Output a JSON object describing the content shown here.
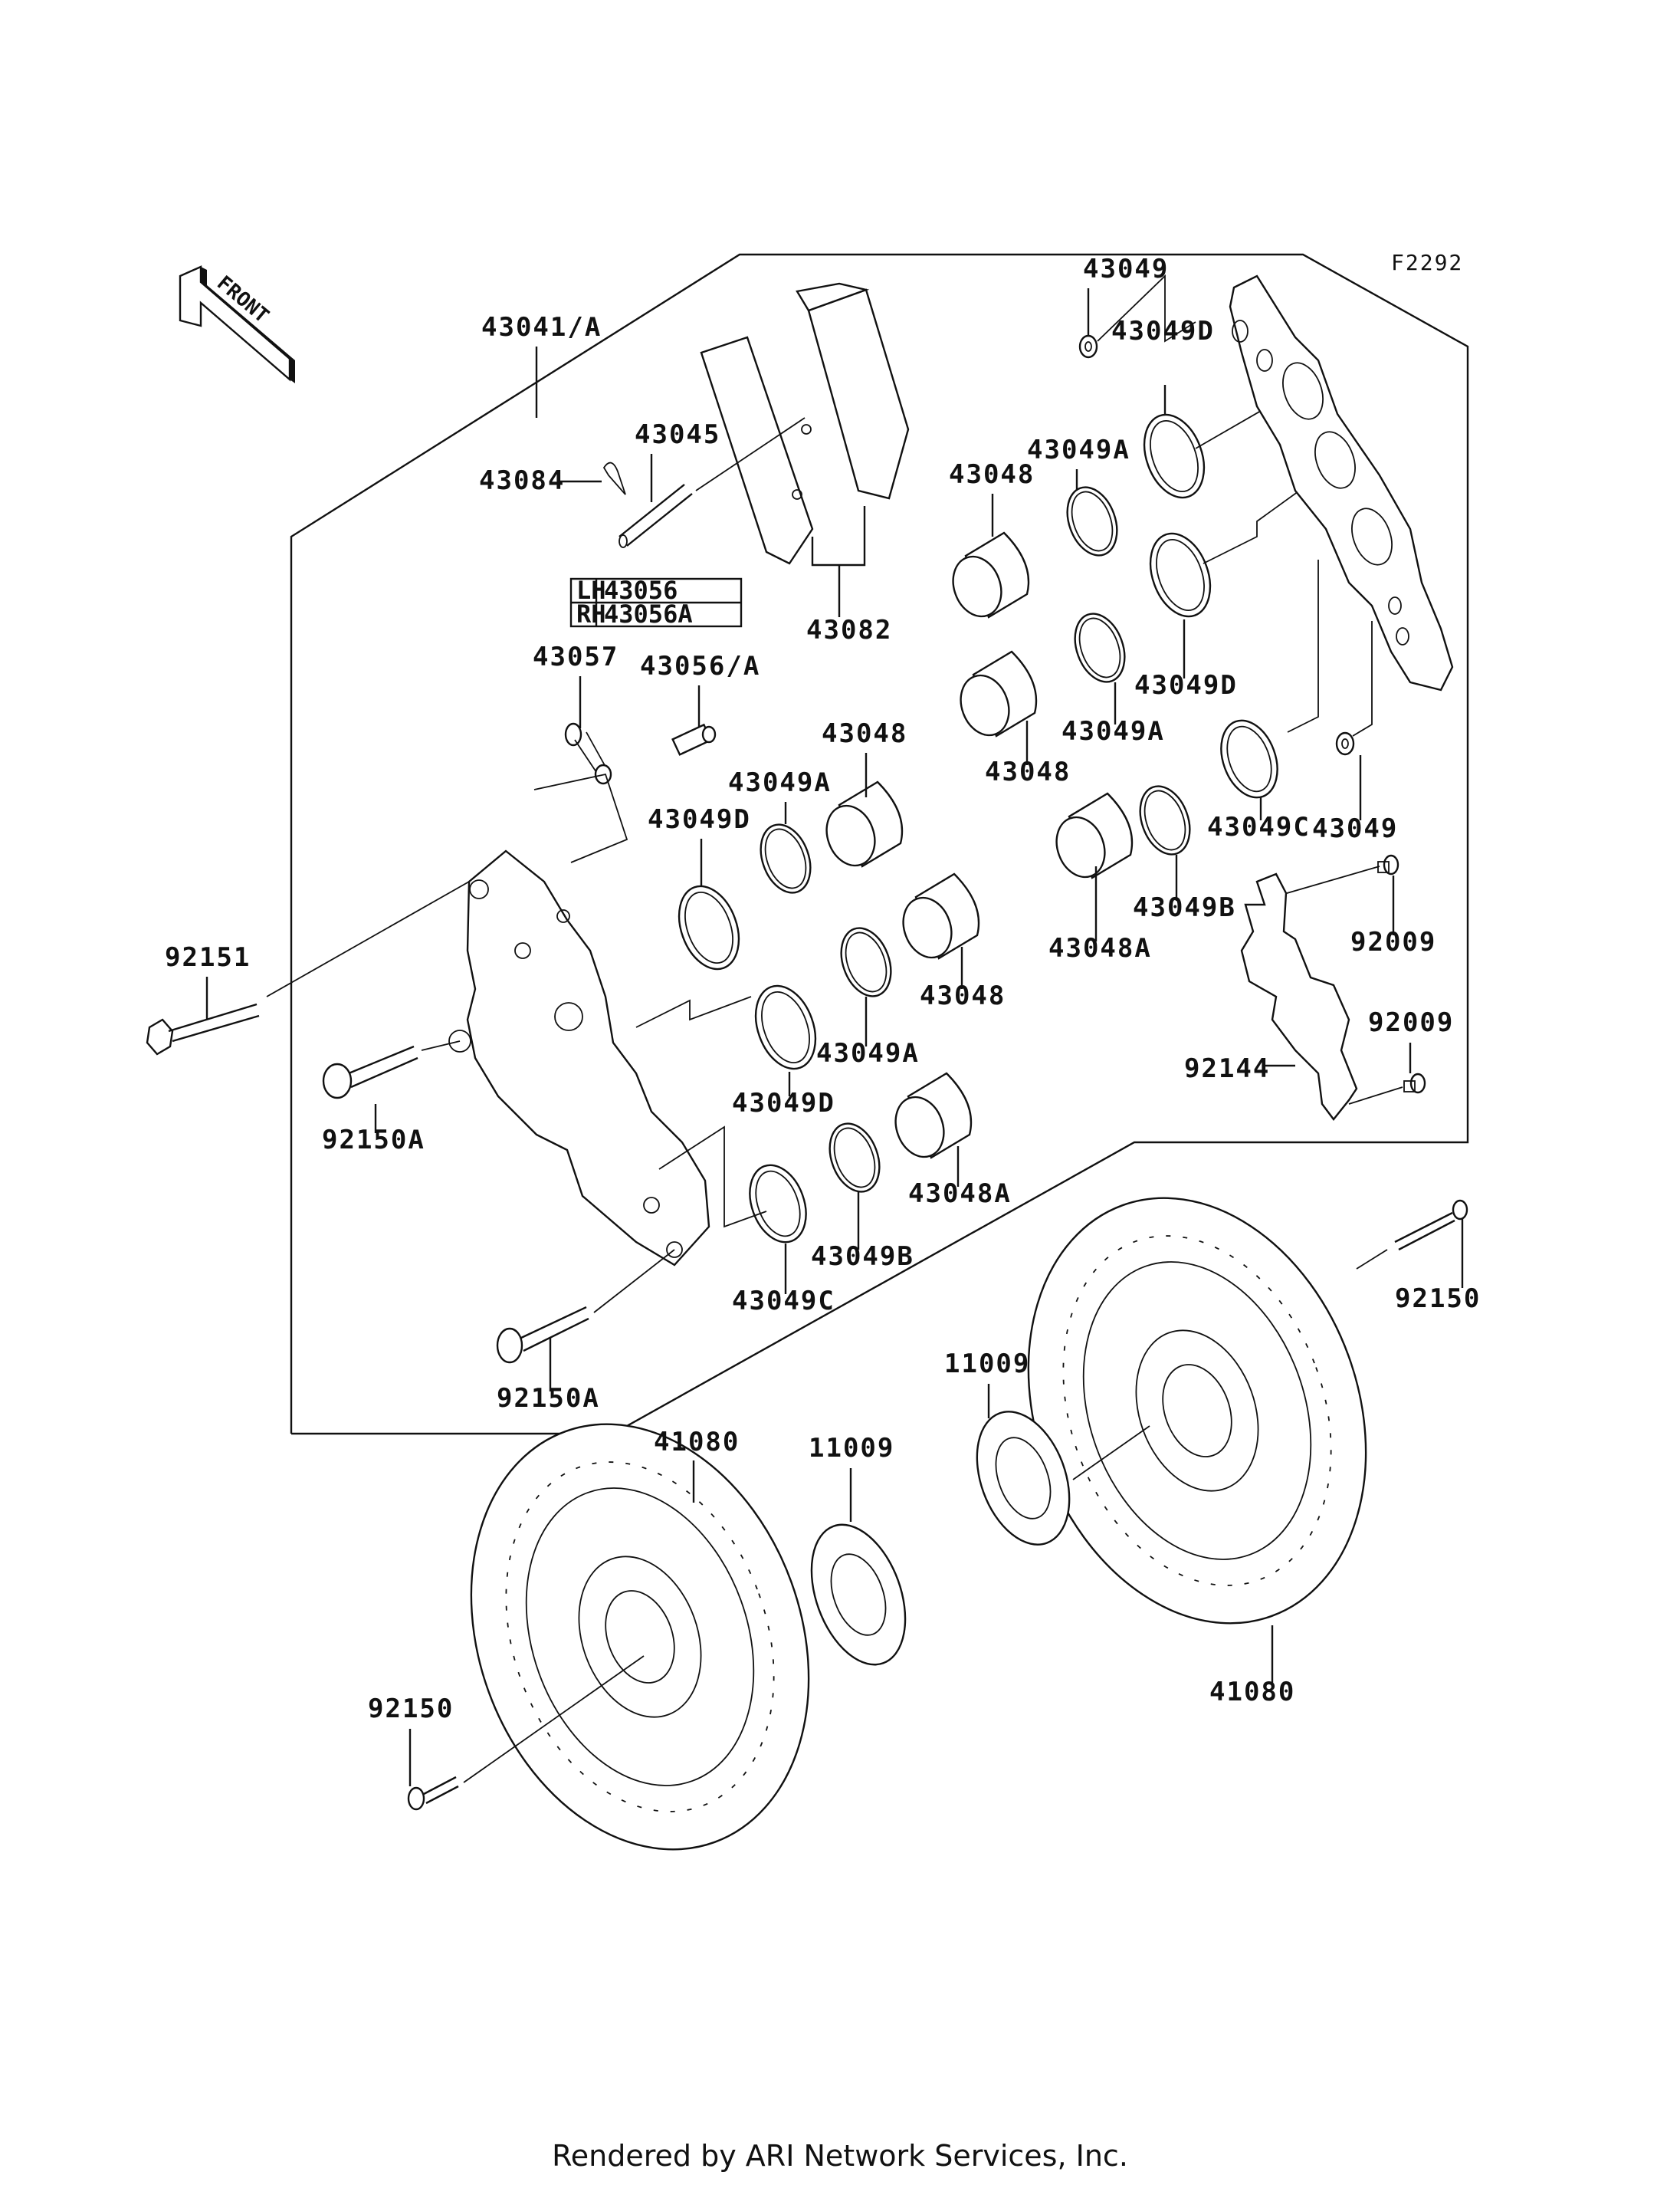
{
  "diagram_id": "F2292",
  "front_arrow_label": "FRONT",
  "parts": {
    "caliper_assy": "43041/A",
    "pin": "43045",
    "clip": "43084",
    "pads": "43082",
    "bleeder_valve": "43056/A",
    "bleeder_cap": "43057",
    "seal_43049_top": "43049",
    "seal_43049_right": "43049",
    "seal_d_1": "43049D",
    "seal_d_2": "43049D",
    "seal_d_3": "43049D",
    "seal_d_4": "43049D",
    "seal_a_1": "43049A",
    "seal_a_2": "43049A",
    "seal_a_3": "43049A",
    "seal_a_4": "43049A",
    "seal_b_1": "43049B",
    "seal_b_2": "43049B",
    "seal_c_1": "43049C",
    "seal_c_2": "43049C",
    "piston_1": "43048",
    "piston_2": "43048",
    "piston_3": "43048",
    "piston_4": "43048",
    "piston_a_1": "43048A",
    "piston_a_2": "43048A",
    "bolt_92151": "92151",
    "bolt_92150a_1": "92150A",
    "bolt_92150a_2": "92150A",
    "bolt_92009_1": "92009",
    "bolt_92009_2": "92009",
    "guard": "92144",
    "disc_left": "41080",
    "disc_right": "41080",
    "shim_left": "11009",
    "shim_right": "11009",
    "disc_bolt_left": "92150",
    "disc_bolt_right": "92150"
  },
  "side_table": {
    "rows": [
      {
        "side": "LH",
        "part": "43056"
      },
      {
        "side": "RH",
        "part": "43056A"
      }
    ]
  },
  "footer": "Rendered by ARI Network Services, Inc."
}
